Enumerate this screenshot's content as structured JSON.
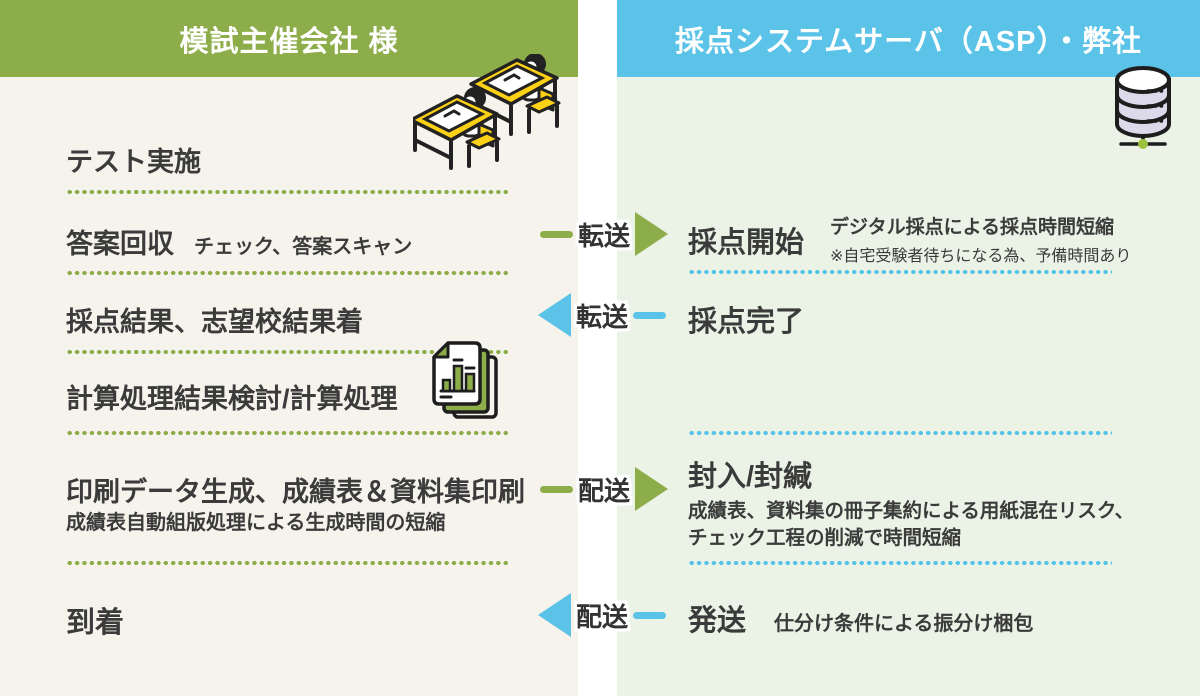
{
  "colors": {
    "green": "#8dad4a",
    "blue": "#5cc3e8",
    "left_bg": "#f5f3ec",
    "right_bg": "#ebf3e6",
    "text": "#3b3b3b",
    "accent_yellow": "#fcd116"
  },
  "left_panel": {
    "title": "模試主催会社 様",
    "steps": {
      "test": "テスト実施",
      "collect": "答案回収",
      "collect_note": "チェック、答案スキャン",
      "result": "採点結果、志望校結果着",
      "calc": "計算処理結果検討/計算処理",
      "print": "印刷データ生成、成績表＆資料集印刷",
      "print_note": "成績表自動組版処理による生成時間の短縮",
      "arrive": "到着"
    }
  },
  "right_panel": {
    "title": "採点システムサーバ（ASP）・弊社",
    "steps": {
      "score_start": "採点開始",
      "score_start_note_bold": "デジタル採点による採点時間短縮",
      "score_start_note": "※自宅受験者待ちになる為、予備時間あり",
      "score_done": "採点完了",
      "seal": "封入/封緘",
      "seal_desc_line1": "成績表、資料集の冊子集約による用紙混在リスク、",
      "seal_desc_line2": "チェック工程の削減で時間短縮",
      "ship": "発送",
      "ship_note": "仕分け条件による振分け梱包"
    }
  },
  "arrows": {
    "transfer_right": "転送",
    "transfer_left": "転送",
    "delivery_right": "配送",
    "delivery_left": "配送"
  },
  "icons": {
    "students": "students-at-desks-icon",
    "database": "database-server-icon",
    "report": "report-document-icon"
  }
}
